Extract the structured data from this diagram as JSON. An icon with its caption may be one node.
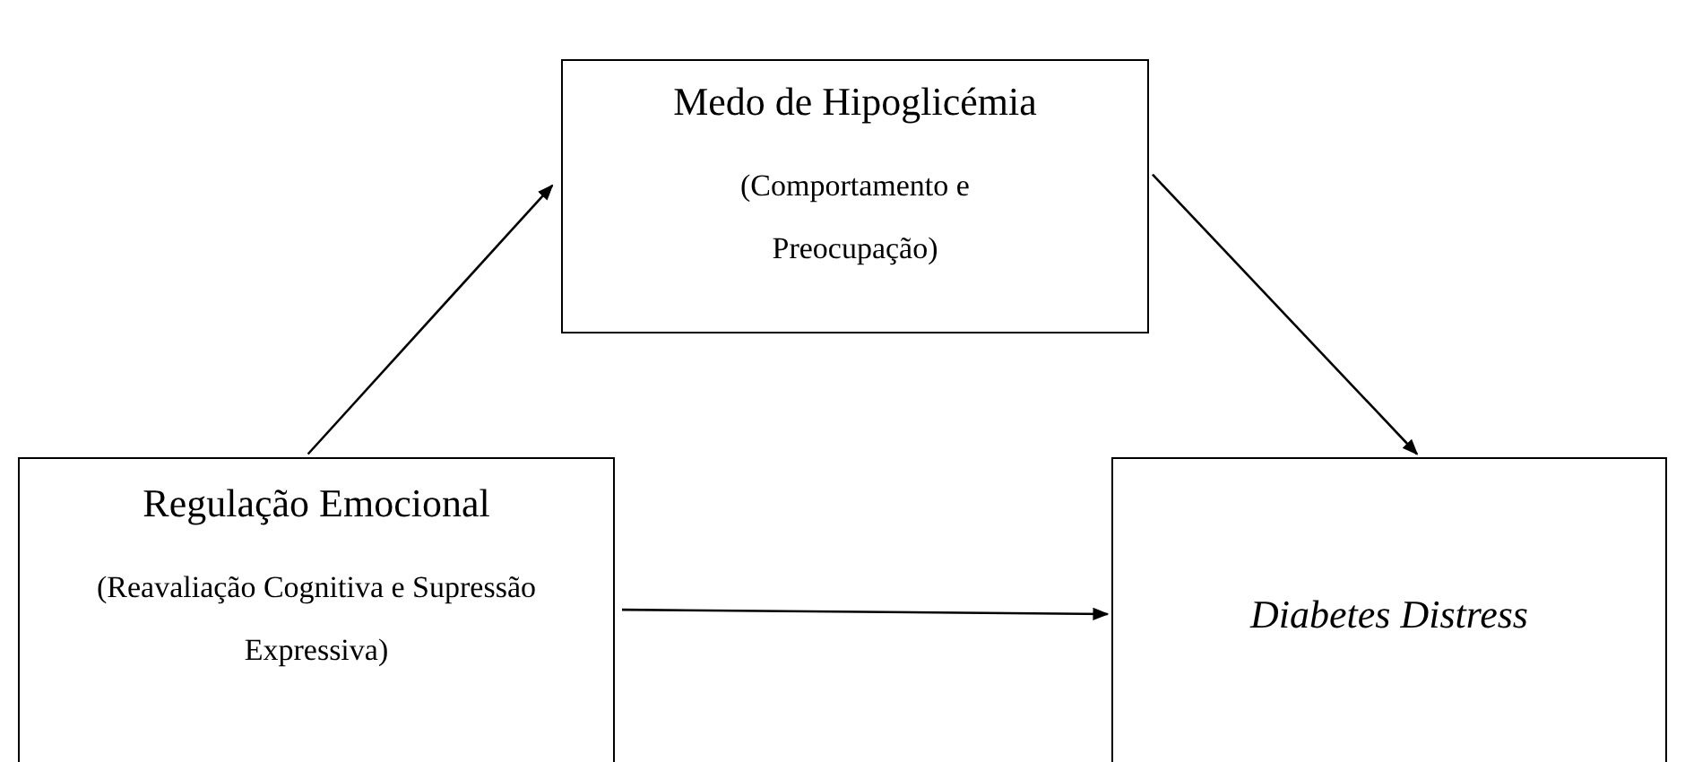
{
  "diagram": {
    "nodes": [
      {
        "text": [
          "Medo de Hipoglicémia",
          "(Comportamento e Preocupação)"
        ]
      },
      {
        "text": [
          "Regulação Emocional",
          "(Reavaliação Cognitiva e Supressão Expressiva)"
        ]
      },
      {
        "text": [
          "*Diabetes Distress*"
        ]
      }
    ],
    "edges": [
      {
        "from": 1,
        "to": 0,
        "arrow": "to"
      },
      {
        "from": 0,
        "to": 2,
        "arrow": "to"
      },
      {
        "from": 1,
        "to": 2,
        "arrow": "to"
      }
    ]
  }
}
